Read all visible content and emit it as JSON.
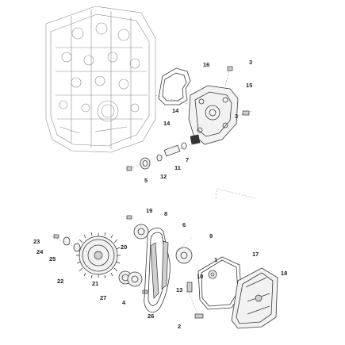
{
  "callouts": [
    {
      "id": "1",
      "text": "1"
    },
    {
      "id": "2",
      "text": "2"
    },
    {
      "id": "3a",
      "text": "3"
    },
    {
      "id": "3b",
      "text": "3"
    },
    {
      "id": "4",
      "text": "4"
    },
    {
      "id": "5",
      "text": "5"
    },
    {
      "id": "6",
      "text": "6"
    },
    {
      "id": "7",
      "text": "7"
    },
    {
      "id": "8",
      "text": "8"
    },
    {
      "id": "9",
      "text": "9"
    },
    {
      "id": "10",
      "text": "10"
    },
    {
      "id": "11",
      "text": "11"
    },
    {
      "id": "12",
      "text": "12"
    },
    {
      "id": "13",
      "text": "13"
    },
    {
      "id": "14a",
      "text": "14"
    },
    {
      "id": "14b",
      "text": "14"
    },
    {
      "id": "15",
      "text": "15"
    },
    {
      "id": "16",
      "text": "16"
    },
    {
      "id": "17",
      "text": "17"
    },
    {
      "id": "18",
      "text": "18"
    },
    {
      "id": "19",
      "text": "19"
    },
    {
      "id": "20",
      "text": "20"
    },
    {
      "id": "21",
      "text": "21"
    },
    {
      "id": "22",
      "text": "22"
    },
    {
      "id": "23",
      "text": "23"
    },
    {
      "id": "24",
      "text": "24"
    },
    {
      "id": "25",
      "text": "25"
    },
    {
      "id": "26",
      "text": "26"
    },
    {
      "id": "27",
      "text": "27"
    }
  ]
}
